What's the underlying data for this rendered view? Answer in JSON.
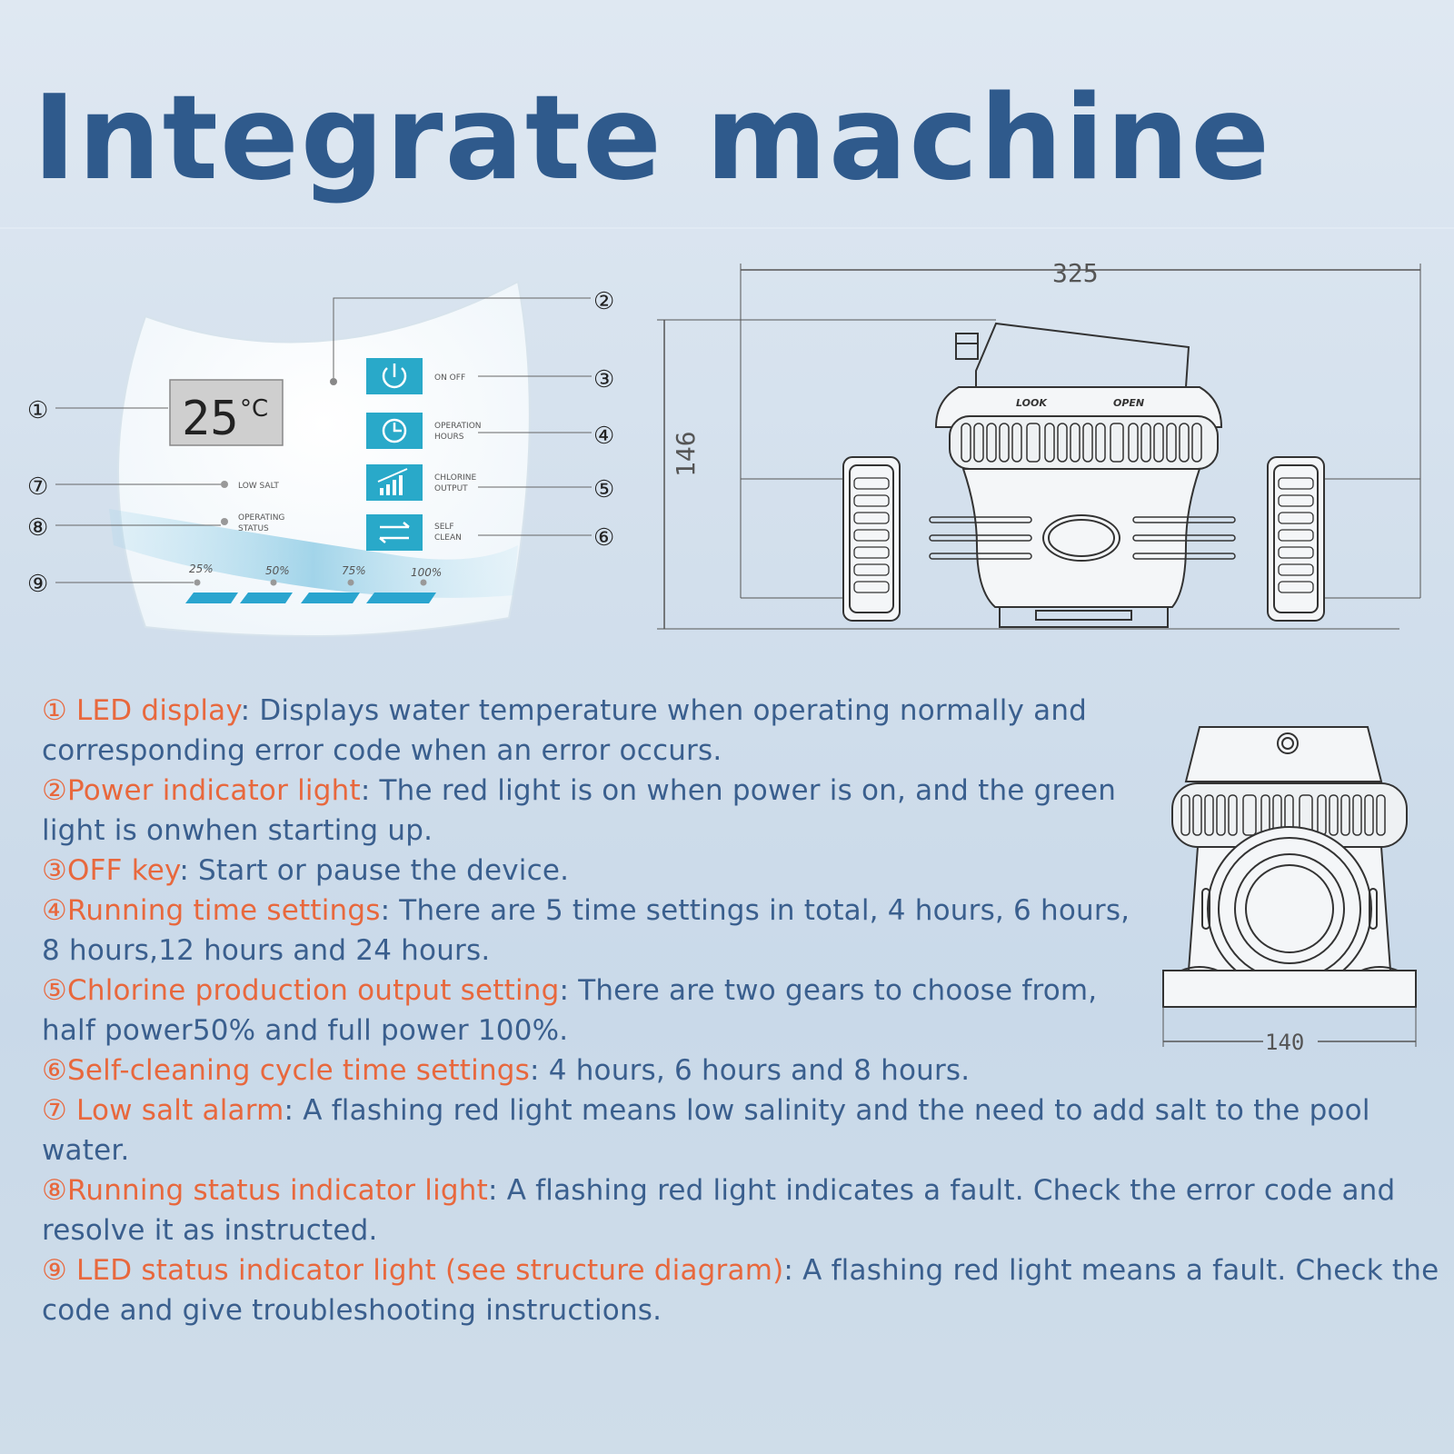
{
  "title": "Integrate machine",
  "panel": {
    "temperature": "25",
    "unit": "°C",
    "labels": {
      "on_off": "ON  OFF",
      "operation_hours": [
        "OPERATION",
        "HOURS"
      ],
      "chlorine_output": [
        "CHLORINE",
        "OUTPUT"
      ],
      "self_clean": [
        "SELF",
        "CLEAN"
      ],
      "low_salt": "LOW SALT",
      "operating_status": [
        "OPERATING",
        "STATUS"
      ]
    },
    "percentages": [
      "25%",
      "50%",
      "75%",
      "100%"
    ],
    "callouts": [
      "①",
      "②",
      "③",
      "④",
      "⑤",
      "⑥",
      "⑦",
      "⑧",
      "⑨"
    ]
  },
  "machine": {
    "width_dim": "325",
    "height_dim": "146",
    "base_dim": "140",
    "valve_labels": [
      "LOOK",
      "OPEN"
    ]
  },
  "descriptions": [
    {
      "num": "①",
      "term": " LED display",
      "text": ": Displays water temperature when operating normally and corresponding error code when an error occurs."
    },
    {
      "num": "②",
      "term": "Power indicator light",
      "text": ": The red light is on when power is on, and the green light is onwhen starting up."
    },
    {
      "num": "③",
      "term": "OFF key",
      "text": ": Start or pause the device."
    },
    {
      "num": "④",
      "term": "Running time settings",
      "text": ": There are 5 time settings in total, 4 hours, 6 hours, 8 hours,12 hours and 24 hours."
    },
    {
      "num": "⑤",
      "term": "Chlorine production output setting",
      "text": ": There are two gears to choose from, half power50% and full power 100%."
    },
    {
      "num": "⑥",
      "term": "Self-cleaning cycle time settings",
      "text": ": 4 hours, 6 hours and 8 hours."
    },
    {
      "num": "⑦",
      "term": " Low salt alarm",
      "text": ": A flashing red light means low salinity and the need to add salt to the pool water."
    },
    {
      "num": "⑧",
      "term": "Running status indicator light",
      "text": ": A flashing red light indicates a fault. Check the error code and resolve it as instructed."
    },
    {
      "num": "⑨",
      "term": " LED status indicator light (see structure diagram)",
      "text": ": A flashing red light means a fault. Check the code and give troubleshooting instructions."
    }
  ],
  "colors": {
    "title": "#2f5a8c",
    "highlight": "#e8683d",
    "body_text": "#3a5f8e",
    "button_teal": "#29a9c9"
  }
}
